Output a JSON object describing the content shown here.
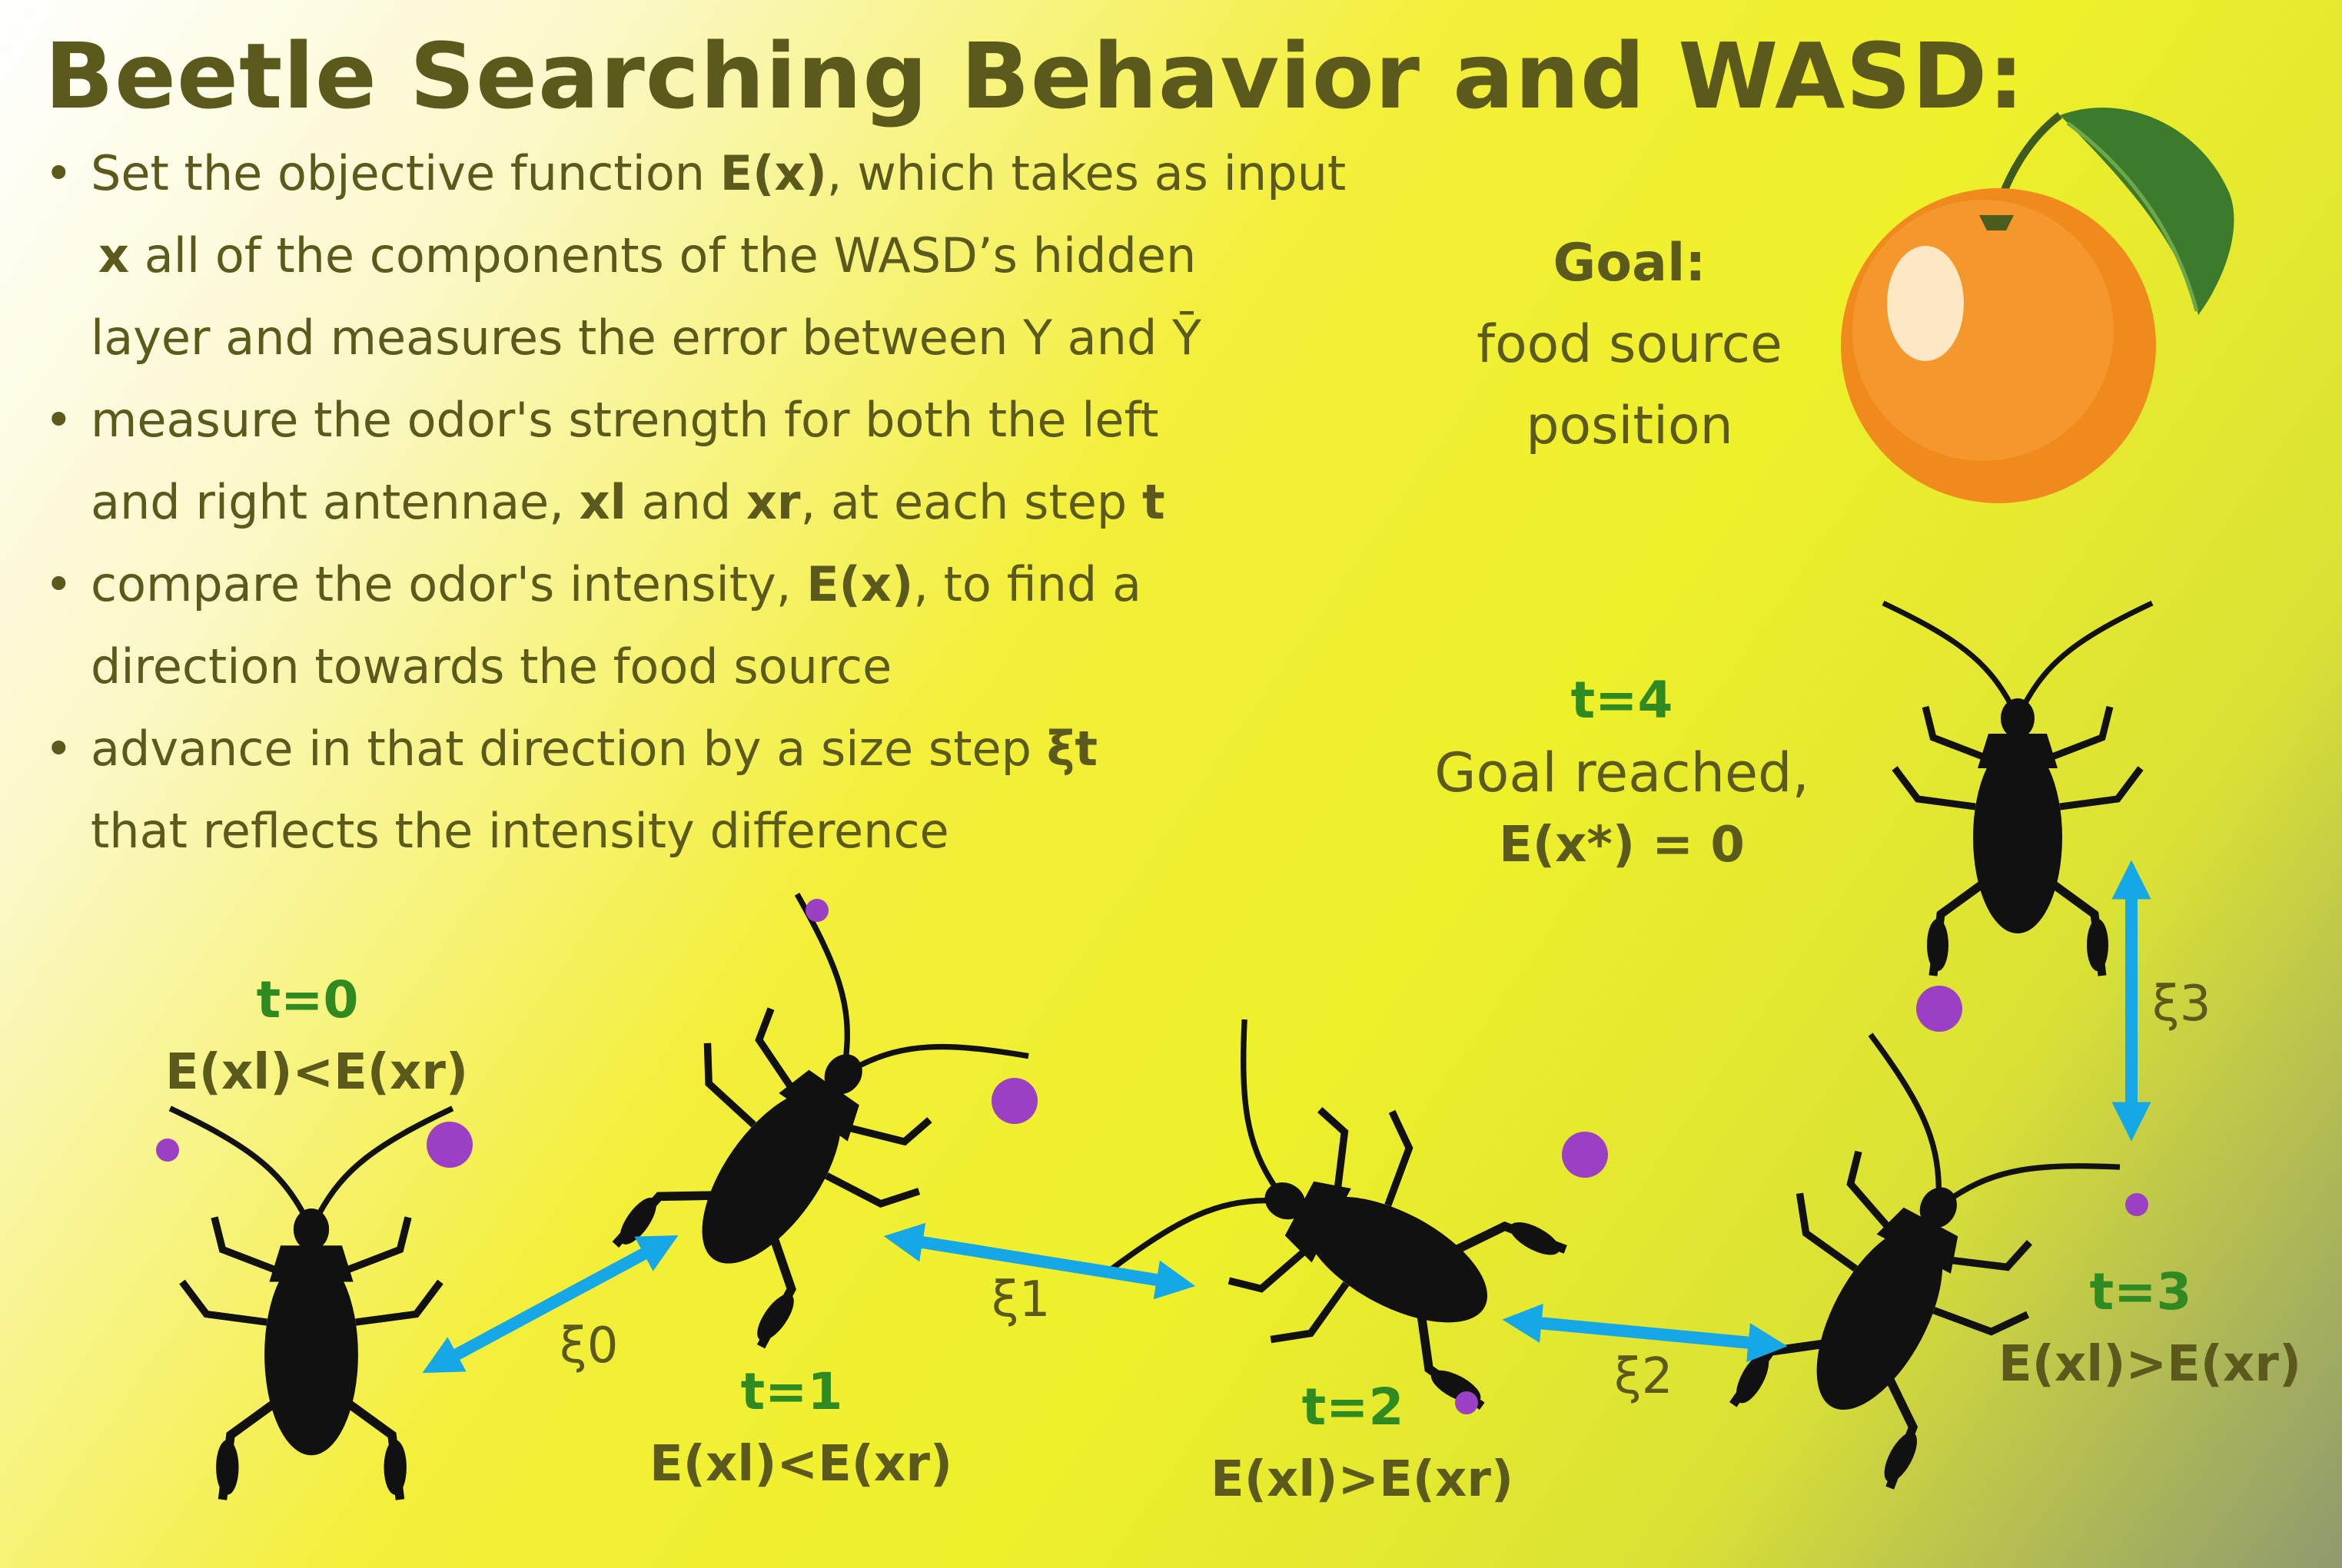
{
  "title": "Beetle Searching Behavior and WASD:",
  "bullets": [
    {
      "lines": [
        {
          "pre": "Set the objective function ",
          "bold": "E(x)",
          "post": ", which takes as input"
        },
        {
          "pre": " ",
          "bold": "x",
          "post": " all of the components of the WASD’s hidden"
        },
        {
          "pre": "layer and measures the error between Y and Ȳ",
          "bold": "",
          "post": ""
        }
      ]
    },
    {
      "lines": [
        {
          "pre": "measure the odor's strength for both the left",
          "bold": "",
          "post": ""
        },
        {
          "pre": "and right antennae, ",
          "bold": "xl",
          "mid": " and ",
          "bold2": "xr",
          "post": ", at each step ",
          "bold3": "t"
        }
      ]
    },
    {
      "lines": [
        {
          "pre": "compare the odor's intensity, ",
          "bold": "E(x)",
          "post": ", to find a"
        },
        {
          "pre": "direction towards the food source",
          "bold": "",
          "post": ""
        }
      ]
    },
    {
      "lines": [
        {
          "pre": "advance in that direction by a size step ",
          "bold": "ξt",
          "post": ""
        },
        {
          "pre": "that reflects the intensity difference",
          "bold": "",
          "post": ""
        }
      ]
    }
  ],
  "goal": {
    "head": "Goal:",
    "line1": "food source",
    "line2": "position"
  },
  "steps": [
    {
      "t": "t=0",
      "cond": "E(xl)<E(xr)"
    },
    {
      "t": "t=1",
      "cond": "E(xl)<E(xr)"
    },
    {
      "t": "t=2",
      "cond": "E(xl)>E(xr)"
    },
    {
      "t": "t=3",
      "cond": "E(xl)>E(xr)"
    },
    {
      "t": "t=4",
      "cond1": "Goal reached,",
      "cond2": "E(x*) = 0"
    }
  ],
  "xi": [
    "ξ0",
    "ξ1",
    "ξ2",
    "ξ3"
  ],
  "colors": {
    "text": "#5b5a1c",
    "step": "#2f8a22",
    "arrow": "#16a7e6",
    "antenna_tip": "#9b3fc4",
    "beetle": "#111111",
    "orange": "#f08a1c",
    "leaf": "#3c7a2c"
  }
}
